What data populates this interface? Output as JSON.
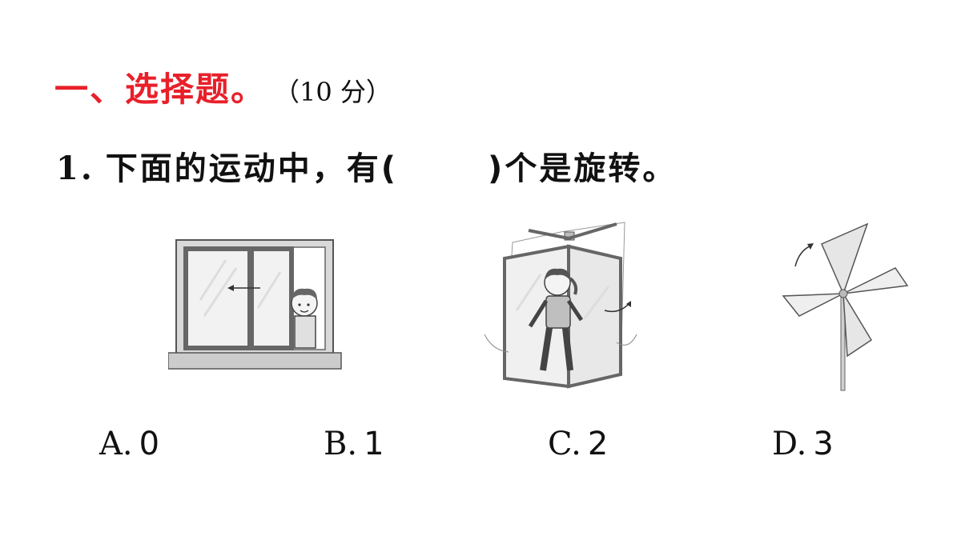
{
  "section": {
    "title": "一、选择题。",
    "score": "（10 分）"
  },
  "question": {
    "number": "1.",
    "text_before": "下面的运动中，有(",
    "text_after": ")个是旋转。"
  },
  "figures": [
    {
      "name": "sliding-window-with-boy",
      "depicts": "window"
    },
    {
      "name": "revolving-door-with-girl",
      "depicts": "revolving-door"
    },
    {
      "name": "pinwheel",
      "depicts": "pinwheel"
    }
  ],
  "options": [
    {
      "letter": "A.",
      "value": "0"
    },
    {
      "letter": "B.",
      "value": "1"
    },
    {
      "letter": "C.",
      "value": "2"
    },
    {
      "letter": "D.",
      "value": "3"
    }
  ],
  "colors": {
    "section_title": "#e8202a",
    "text": "#111111",
    "line_art": "#555555"
  }
}
